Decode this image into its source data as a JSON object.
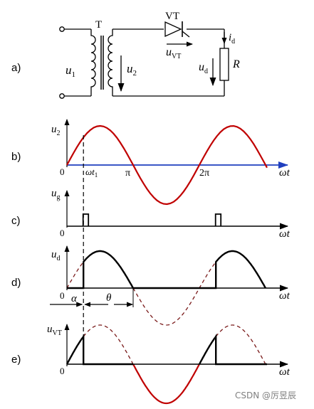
{
  "panels": {
    "a": "a)",
    "b": "b)",
    "c": "c)",
    "d": "d)",
    "e": "e)"
  },
  "circuit": {
    "transformer": "T",
    "thyristor": "VT",
    "input_voltage": {
      "sym": "u",
      "sub": "1"
    },
    "secondary_voltage": {
      "sym": "u",
      "sub": "2"
    },
    "thyristor_voltage": {
      "sym": "u",
      "sub": "VT"
    },
    "load_voltage": {
      "sym": "u",
      "sub": "d"
    },
    "load_current": {
      "sym": "i",
      "sub": "d"
    },
    "load": "R"
  },
  "waveforms": {
    "b": {
      "ylabel": {
        "sym": "u",
        "sub": "2"
      },
      "origin": "0",
      "tick_alpha": {
        "sym": "ωt",
        "sub": "1"
      },
      "tick_pi": "π",
      "tick_2pi": "2π"
    },
    "c": {
      "ylabel": {
        "sym": "u",
        "sub": "g"
      },
      "origin": "0"
    },
    "d": {
      "ylabel": {
        "sym": "u",
        "sub": "d"
      },
      "origin": "0",
      "alpha": "α",
      "theta": "θ"
    },
    "e": {
      "ylabel": {
        "sym": "u",
        "sub": "VT"
      },
      "origin": "0"
    },
    "xlabel": "ωt"
  },
  "firing_angle_rad": 0.785,
  "colors": {
    "sine": "#c00000",
    "axis_b": "#1f3fbf",
    "trace": "#000000",
    "dashed": "#7a1a1a"
  },
  "watermark": "CSDN @厉昱辰"
}
